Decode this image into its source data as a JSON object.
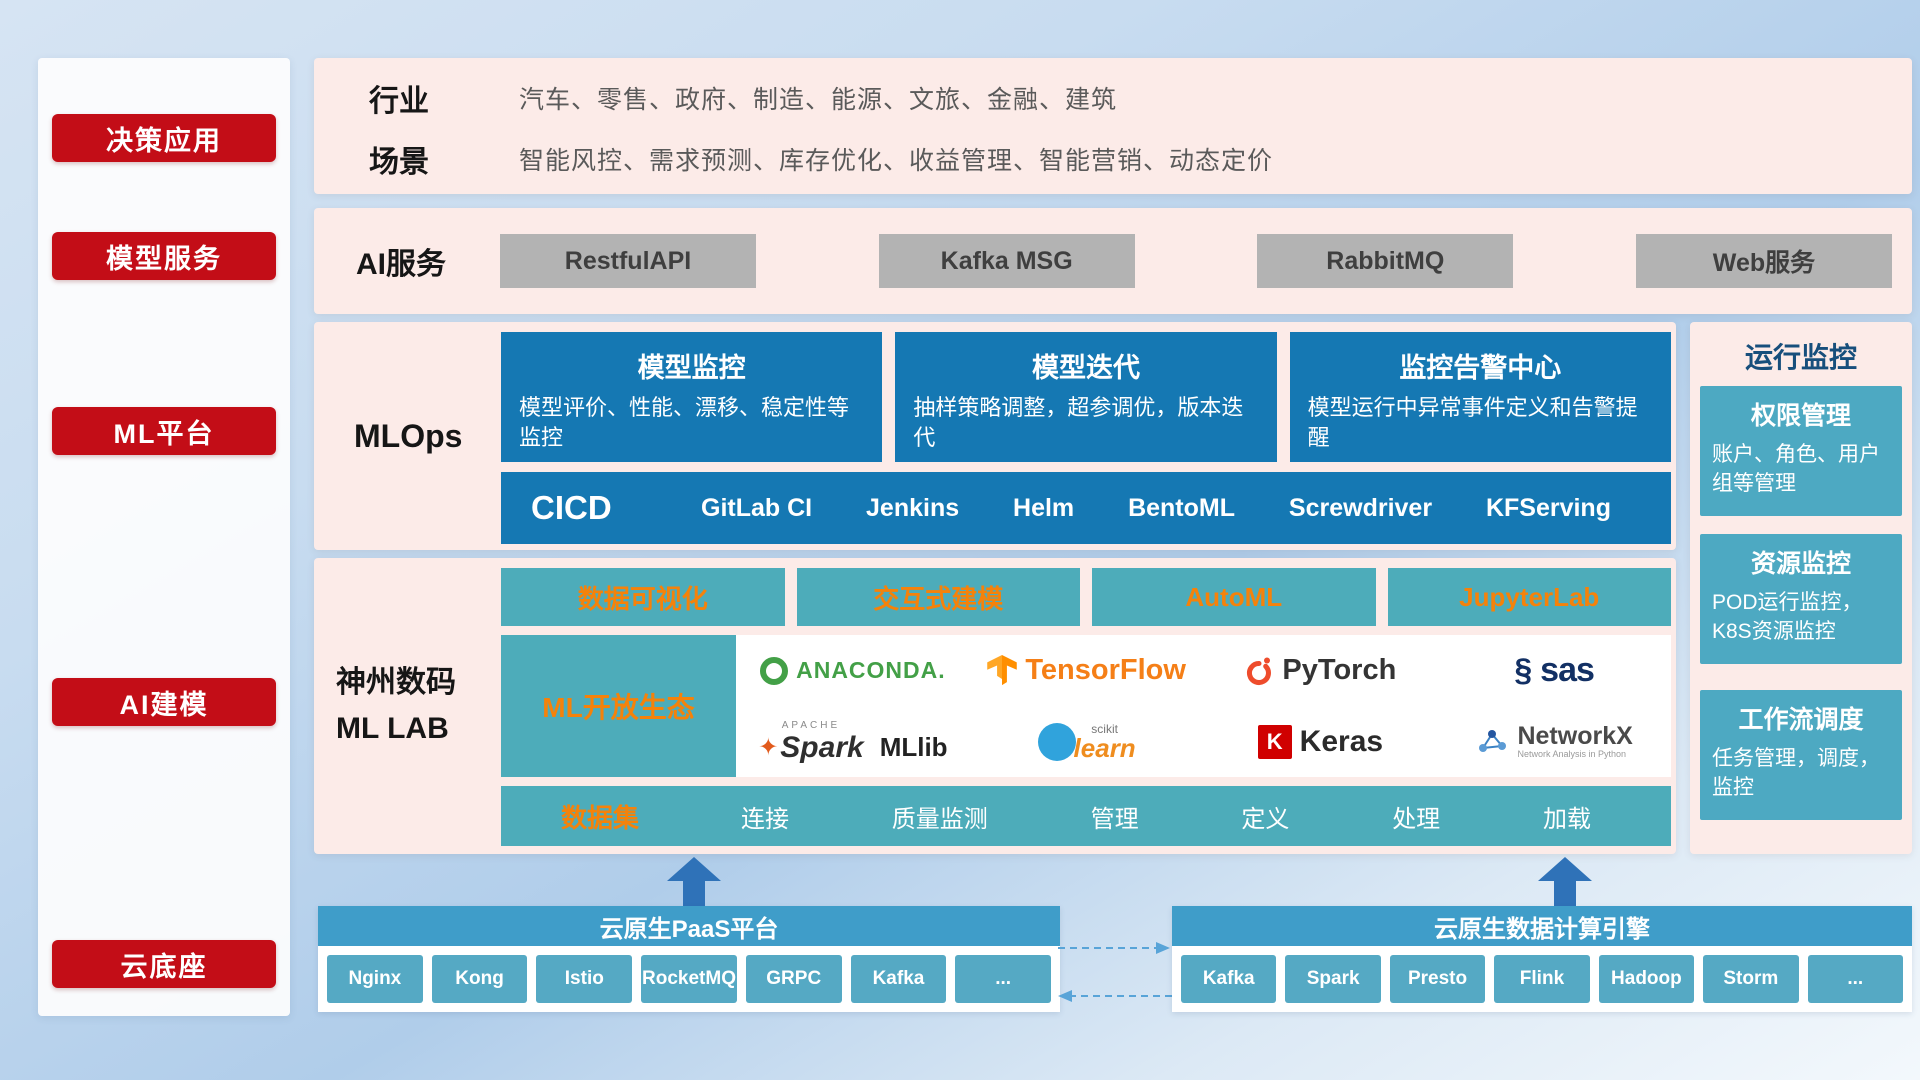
{
  "sidebar": {
    "badges": [
      "决策应用",
      "模型服务",
      "ML平台",
      "AI建模",
      "云底座"
    ]
  },
  "apps_panel": {
    "rows": [
      {
        "label": "行业",
        "text": "汽车、零售、政府、制造、能源、文旅、金融、建筑"
      },
      {
        "label": "场景",
        "text": "智能风控、需求预测、库存优化、收益管理、智能营销、动态定价"
      }
    ]
  },
  "service_panel": {
    "label": "AI服务",
    "buttons": [
      "RestfulAPI",
      "Kafka MSG",
      "RabbitMQ",
      "Web服务"
    ]
  },
  "mlops_panel": {
    "label": "MLOps",
    "cards": [
      {
        "title": "模型监控",
        "desc": "模型评价、性能、漂移、稳定性等监控"
      },
      {
        "title": "模型迭代",
        "desc": "抽样策略调整，超参调优，版本迭代"
      },
      {
        "title": "监控告警中心",
        "desc": "模型运行中异常事件定义和告警提醒"
      }
    ],
    "cicd_label": "CICD",
    "cicd_items": [
      "GitLab CI",
      "Jenkins",
      "Helm",
      "BentoML",
      "Screwdriver",
      "KFServing"
    ]
  },
  "monitor_panel": {
    "title": "运行监控",
    "cards": [
      {
        "title": "权限管理",
        "desc": "账户、角色、用户组等管理"
      },
      {
        "title": "资源监控",
        "desc": "POD运行监控，K8S资源监控"
      },
      {
        "title": "工作流调度",
        "desc": "任务管理，调度，监控"
      }
    ]
  },
  "mllab_panel": {
    "label_line1": "神州数码",
    "label_line2": "ML LAB",
    "tools": [
      "数据可视化",
      "交互式建模",
      "AutoML",
      "JupyterLab"
    ],
    "eco_label": "ML开放生态",
    "logos": {
      "anaconda": "ANACONDA.",
      "tensorflow": "TensorFlow",
      "pytorch": "PyTorch",
      "sas": "sas",
      "spark_apache": "APACHE",
      "spark": "Spark",
      "mllib": "MLlib",
      "sklearn_top": "scikit",
      "sklearn": "learn",
      "keras_k": "K",
      "keras": "Keras",
      "networkx": "NetworkX",
      "networkx_sub": "Network Analysis in Python"
    },
    "dataset_label": "数据集",
    "dataset_items": [
      "连接",
      "质量监测",
      "管理",
      "定义",
      "处理",
      "加载"
    ]
  },
  "cloud_base": {
    "paas_title": "云原生PaaS平台",
    "paas_items": [
      "Nginx",
      "Kong",
      "Istio",
      "RocketMQ",
      "GRPC",
      "Kafka",
      "..."
    ],
    "engine_title": "云原生数据计算引擎",
    "engine_items": [
      "Kafka",
      "Spark",
      "Presto",
      "Flink",
      "Hadoop",
      "Storm",
      "..."
    ]
  },
  "icons": {
    "sas_swirl": "§",
    "spark_star": "✦"
  },
  "colors": {
    "badge_red": "#c30d17",
    "panel_pink": "#fcebe8",
    "card_blue": "#1578b3",
    "teal": "#4dacba",
    "orange": "#f5820a",
    "bar_blue": "#3f9dc9",
    "chip_blue": "#55a9c4",
    "gray_button": "#b3b3b3",
    "arrow_blue": "#2f72b8"
  }
}
